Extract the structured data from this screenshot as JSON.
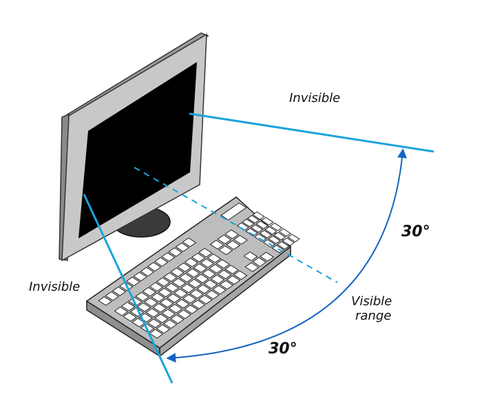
{
  "labels": {
    "invisible_top": "Invisible",
    "invisible_left": "Invisible",
    "angle_right": "30°",
    "angle_bottom": "30°",
    "visible_line1": "Visible",
    "visible_line2": "range"
  },
  "colors": {
    "sight_line": "#1aa3dc",
    "arc": "#1565c0",
    "screen": "#000000",
    "bezel": "#c8c8c8",
    "keyboard": "#bdbdbd"
  }
}
